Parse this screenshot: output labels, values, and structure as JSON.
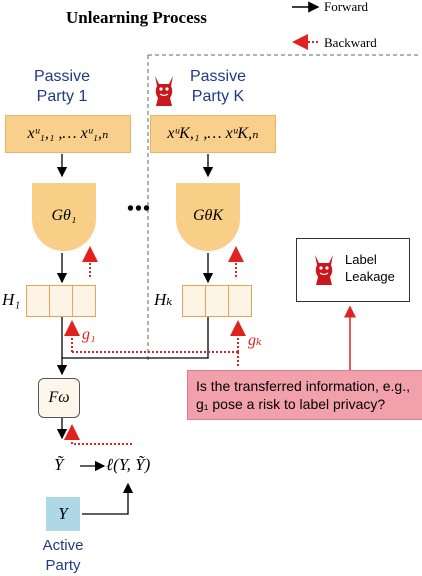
{
  "title": "Unlearning Process",
  "legend": {
    "forward": "Forward",
    "backward": "Backward"
  },
  "passive_party_1": {
    "line1": "Passive",
    "line2": "Party 1",
    "features": "xᵘ₁,₁ ,… xᵘ₁,ₙ"
  },
  "passive_party_k": {
    "line1": "Passive",
    "line2": "Party K",
    "features": "xᵘK,₁ ,… xᵘK,ₙ"
  },
  "generator_1": "Gθ₁",
  "generator_k": "GθK",
  "ellipsis": "•••",
  "embedding_1": "H₁",
  "embedding_k": "Hₖ",
  "gradient_1": "g₁",
  "gradient_k": "gₖ",
  "top_model": "Fω",
  "prediction": "Ỹ",
  "loss": "ℓ(Y, Ỹ)",
  "label": "Y",
  "active_party": {
    "line1": "Active",
    "line2": "Party"
  },
  "question": "Is the transferred information, e.g., g₁ pose a risk to label privacy?",
  "label_leakage": {
    "line1": "Label",
    "line2": "Leakage"
  },
  "colors": {
    "forward": "#000000",
    "backward": "#e0231f",
    "party_label": "#1f3b86",
    "feature_box": "#f9cf8c",
    "label_box": "#aed8e6",
    "question_box": "#f2a1ac"
  }
}
